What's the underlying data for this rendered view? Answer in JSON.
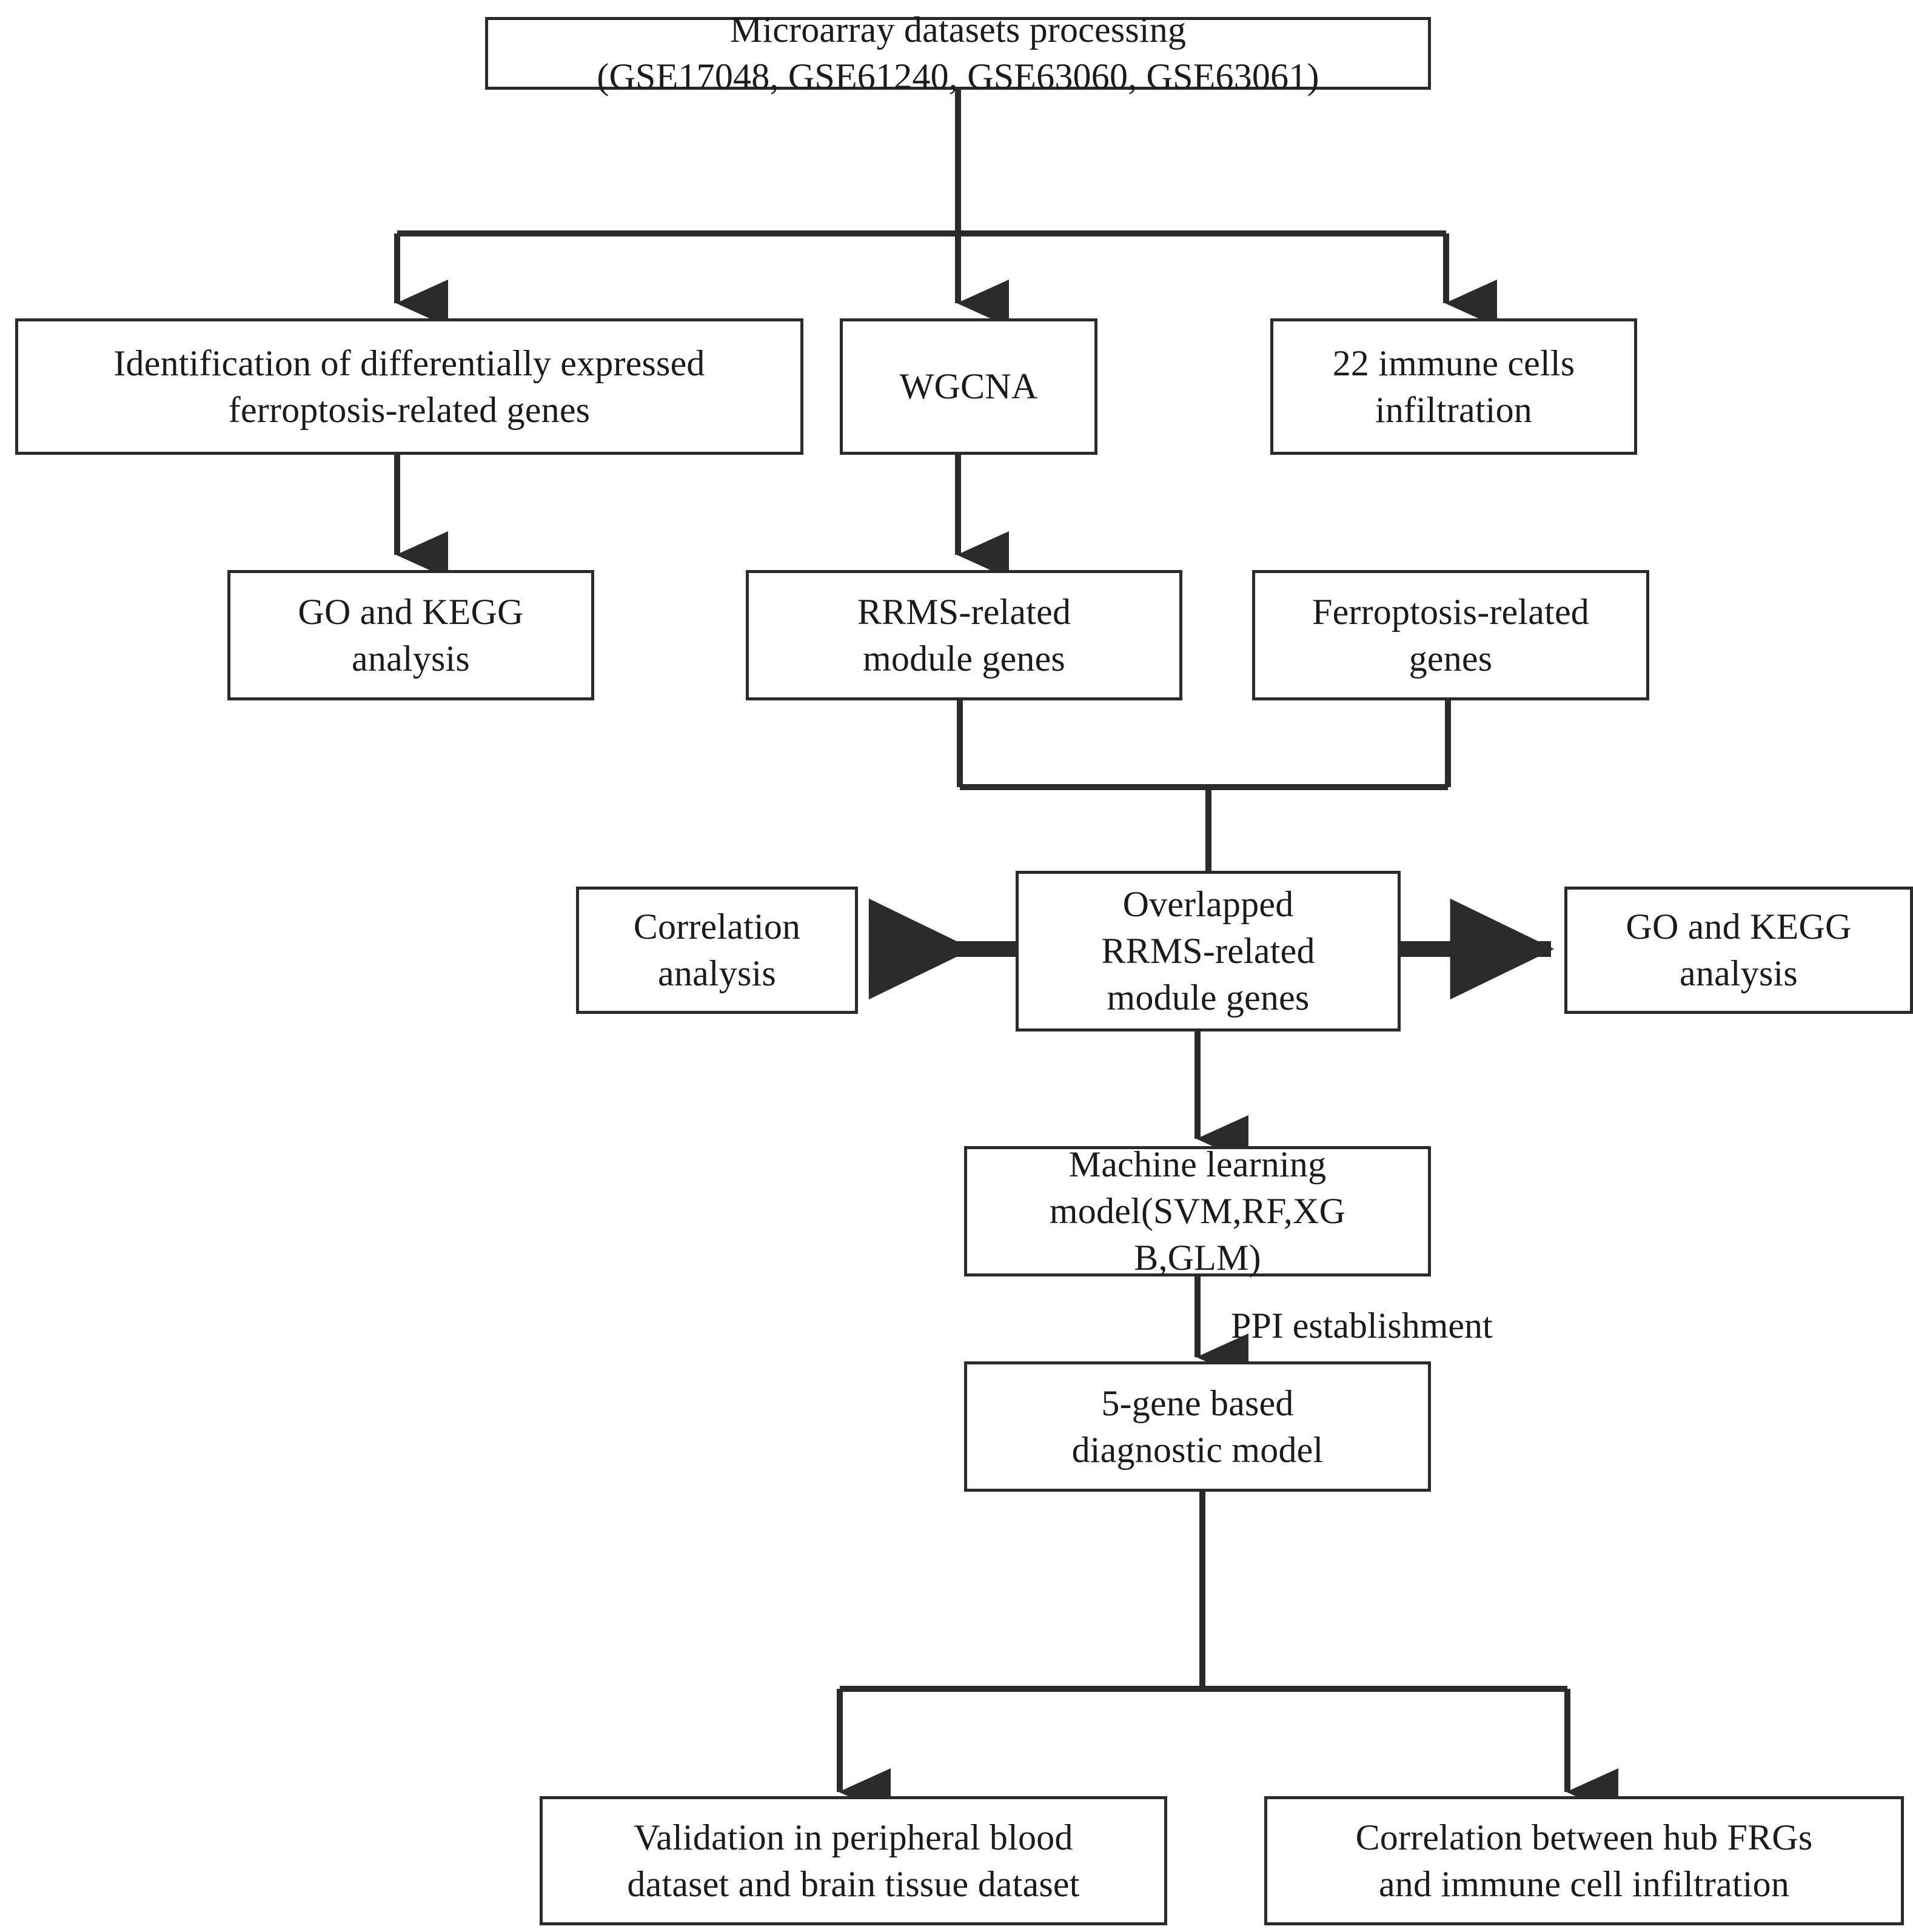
{
  "diagram": {
    "title": "Study workflow flowchart",
    "type": "flowchart",
    "colors": {
      "box_border": "#2b2b2b",
      "connector": "#2b2b2b",
      "text": "#1b1b1b",
      "background": "#ffffff"
    },
    "nodes": {
      "microarray_processing": "Microarray datasets processing\n(GSE17048, GSE61240, GSE63060, GSE63061)",
      "deg_identification": "Identification of differentially expressed\nferroptosis-related genes",
      "wgcna": "WGCNA",
      "immune_infiltration": "22 immune cells\ninfiltration",
      "go_kegg_left": "GO and KEGG\nanalysis",
      "rrms_module_genes": "RRMS-related\nmodule genes",
      "ferroptosis_genes": "Ferroptosis-related\ngenes",
      "correlation_analysis": "Correlation\nanalysis",
      "overlapped_genes": "Overlapped\nRRMS-related\nmodule genes",
      "go_kegg_right": "GO and KEGG\nanalysis",
      "ml_model": "Machine learning\nmodel(SVM,RF,XG\nB,GLM)",
      "diagnostic_model": "5-gene based\ndiagnostic model",
      "validation": "Validation in peripheral blood\ndataset and brain tissue dataset",
      "hub_frg_correlation": "Correlation between hub FRGs\nand immune cell infiltration"
    },
    "edge_labels": {
      "ppi": "PPI establishment"
    }
  }
}
